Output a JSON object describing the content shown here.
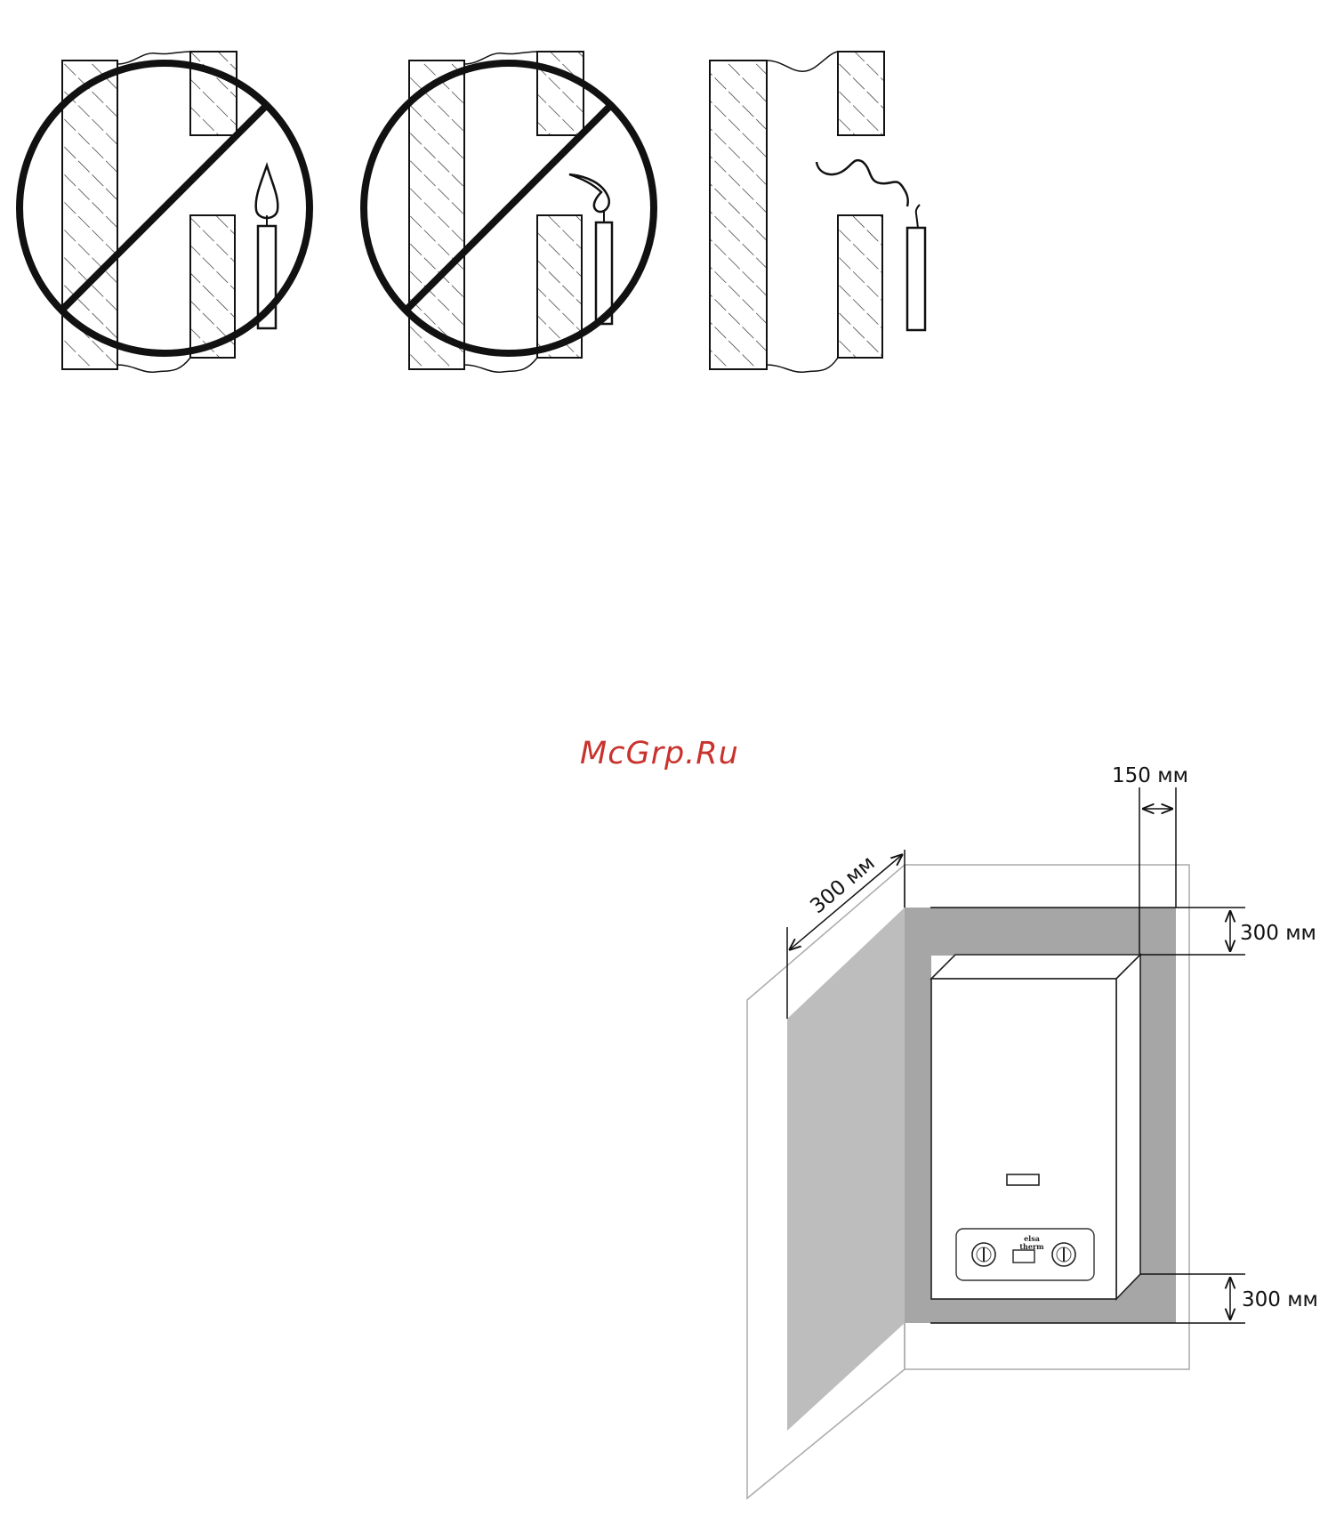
{
  "watermark": "McGrp.Ru",
  "draft_test": {
    "panels": [
      {
        "candle_state": "flame-upright",
        "prohibited": true
      },
      {
        "candle_state": "flame-bent",
        "prohibited": true
      },
      {
        "candle_state": "smoke-drawn-into-flue",
        "prohibited": false
      }
    ]
  },
  "clearances": {
    "side_right": "150 мм",
    "depth": "300 мм",
    "top": "300 мм",
    "bottom": "300 мм"
  },
  "heater": {
    "brand_line1": "elsa",
    "brand_line2": "therm"
  },
  "colors": {
    "prohibited_sign": "#111111",
    "clearance_zone_front": "#a6a6a6",
    "clearance_zone_side": "#bdbdbd",
    "watermark": "#c8332e"
  }
}
